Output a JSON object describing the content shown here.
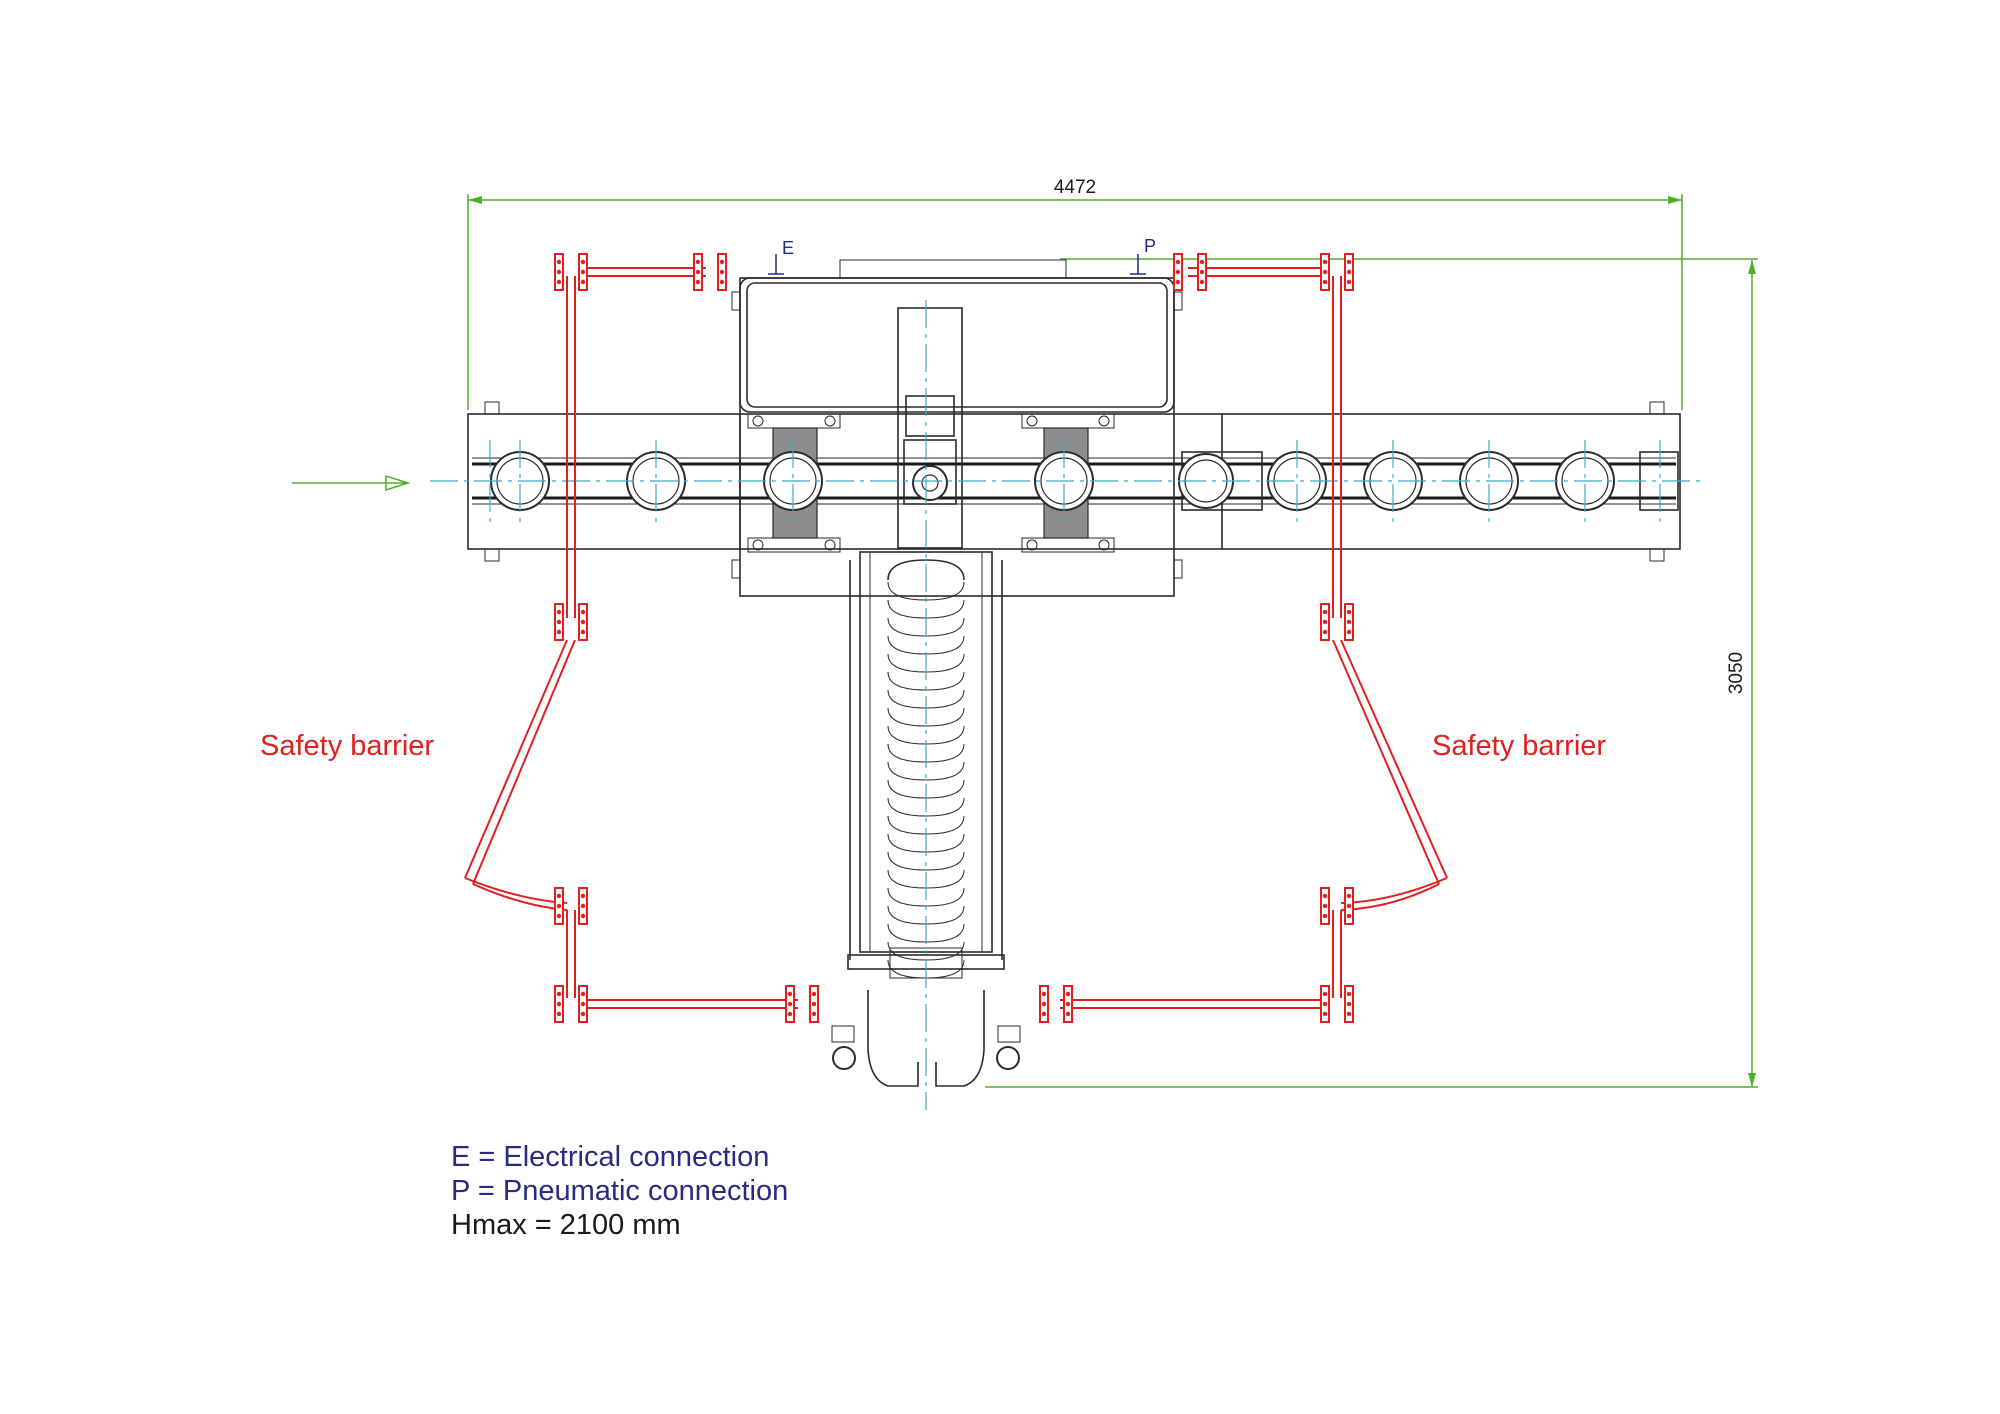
{
  "dimensions": {
    "width": "4472",
    "height": "3050"
  },
  "labels": {
    "barrier_left": "Safety barrier",
    "barrier_right": "Safety barrier",
    "conn_e": "E",
    "conn_p": "P"
  },
  "legend": {
    "line_e": "E = Electrical connection",
    "line_p": "P = Pneumatic connection",
    "line_h": "Hmax = 2100 mm"
  },
  "colors": {
    "dimension": "#4caf28",
    "barrier": "#e02020",
    "centerline": "#3fa9c9",
    "connection": "#1e2a8a"
  }
}
